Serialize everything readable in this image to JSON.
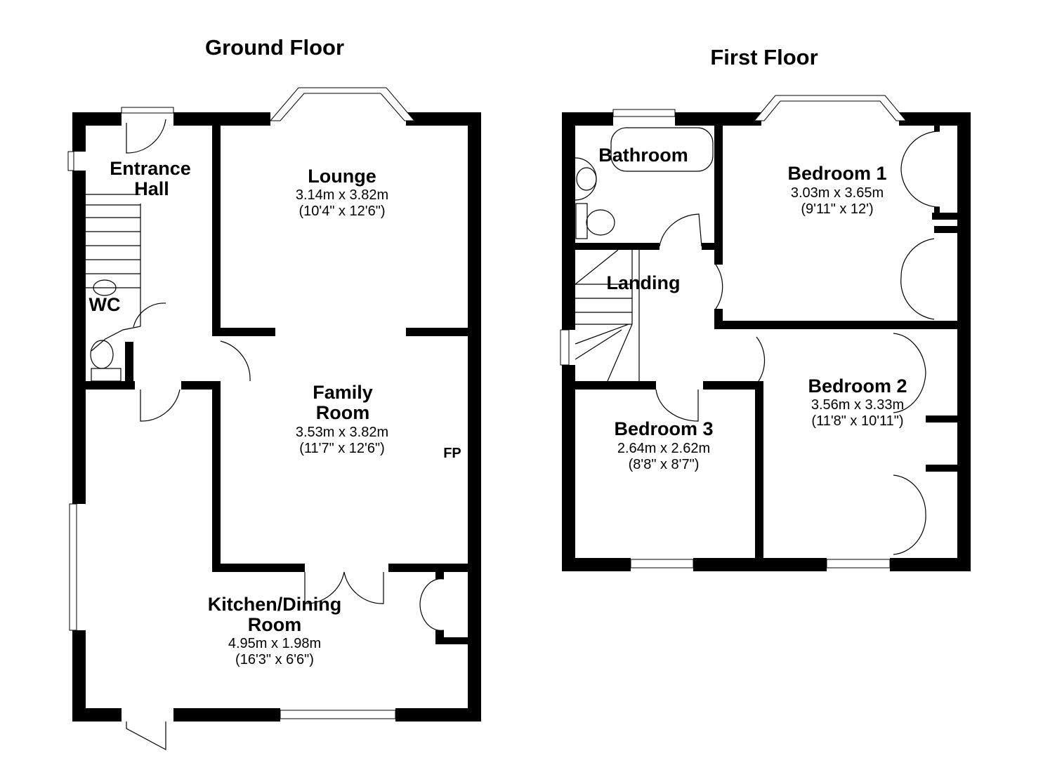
{
  "floors": {
    "ground": {
      "title": "Ground Floor",
      "rooms": {
        "entrance_hall": {
          "name_line1": "Entrance",
          "name_line2": "Hall"
        },
        "wc": {
          "name": "WC"
        },
        "lounge": {
          "name": "Lounge",
          "metric": "3.14m x 3.82m",
          "imperial": "(10'4\" x 12'6\")"
        },
        "family_room": {
          "name_line1": "Family",
          "name_line2": "Room",
          "metric": "3.53m x 3.82m",
          "imperial": "(11'7\" x 12'6\")"
        },
        "kitchen_dining": {
          "name_line1": "Kitchen/Dining",
          "name_line2": "Room",
          "metric": "4.95m x 1.98m",
          "imperial": "(16'3\" x 6'6\")"
        }
      },
      "fireplace_label": "FP"
    },
    "first": {
      "title": "First Floor",
      "rooms": {
        "bathroom": {
          "name": "Bathroom"
        },
        "landing": {
          "name": "Landing"
        },
        "bedroom1": {
          "name": "Bedroom 1",
          "metric": "3.03m x 3.65m",
          "imperial": "(9'11\" x 12')"
        },
        "bedroom2": {
          "name": "Bedroom 2",
          "metric": "3.56m x 3.33m",
          "imperial": "(11'8\" x 10'11\")"
        },
        "bedroom3": {
          "name": "Bedroom 3",
          "metric": "2.64m x 2.62m",
          "imperial": "(8'8\" x 8'7\")"
        }
      }
    }
  }
}
